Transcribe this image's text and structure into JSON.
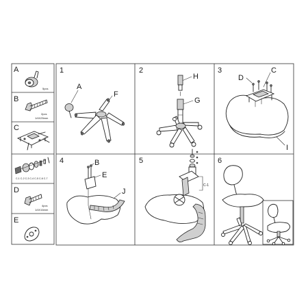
{
  "parts": [
    {
      "letter": "A",
      "qty": "5pcs"
    },
    {
      "letter": "B",
      "qty": "2pcs",
      "size": "1/4X25mm"
    },
    {
      "letter": "C"
    },
    {
      "letter": "D",
      "qty": "4pcs",
      "size": "1/4X16mm"
    },
    {
      "letter": "E"
    }
  ],
  "c_subparts": "C-1 C-2 C-3 C-4 C-5 C-6 C-7",
  "steps": [
    {
      "number": "1",
      "callouts": [
        "A",
        "F"
      ]
    },
    {
      "number": "2",
      "callouts": [
        "H",
        "G"
      ]
    },
    {
      "number": "3",
      "callouts": [
        "D",
        "C",
        "I"
      ]
    },
    {
      "number": "4",
      "callouts": [
        "B",
        "E",
        "J"
      ]
    },
    {
      "number": "5",
      "callouts": [
        "C-1"
      ]
    },
    {
      "number": "6",
      "callouts": []
    }
  ]
}
